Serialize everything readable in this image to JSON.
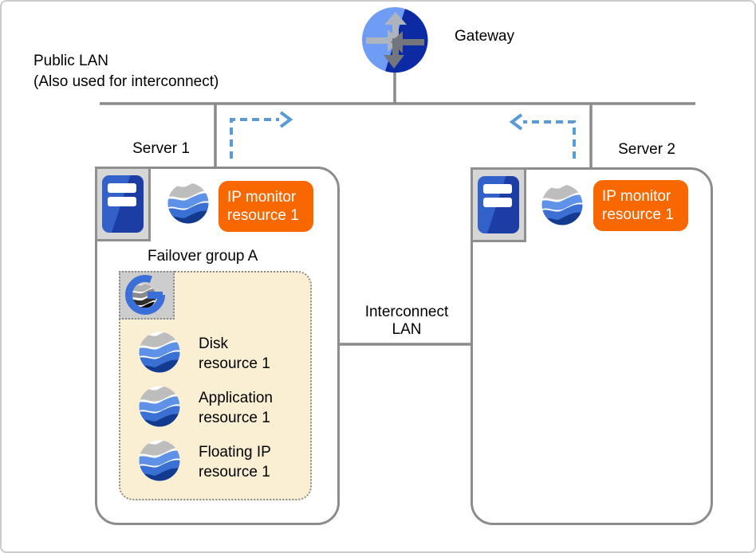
{
  "labels": {
    "gateway": "Gateway",
    "public_lan": [
      "Public LAN",
      "(Also used for interconnect)"
    ],
    "interconnect_lan": [
      "Interconnect",
      "LAN"
    ]
  },
  "servers": [
    {
      "name": "Server 1",
      "monitor_resource": "IP monitor resource 1"
    },
    {
      "name": "Server 2",
      "monitor_resource": "IP monitor resource 1"
    }
  ],
  "failover_group": {
    "title": "Failover group A",
    "resources": [
      {
        "line1": "Disk",
        "line2": "resource 1"
      },
      {
        "line1": "Application",
        "line2": "resource 1"
      },
      {
        "line1": "Floating IP",
        "line2": "resource 1"
      }
    ]
  },
  "icons": {
    "gateway": "router-gateway-icon",
    "server": "server-tower-icon",
    "resource": "wavy-globe-resource-icon",
    "group": "cluster-group-g-icon"
  },
  "colors": {
    "line_gray": "#8a8a8a",
    "arrow_blue": "#5b9bd5",
    "badge_orange": "#f96800",
    "group_fill": "#faefd2",
    "server_blue_light": "#3161c9",
    "server_blue_dark": "#1c3da3",
    "gateway_light_blue": "#6f9cf4",
    "gateway_dark_blue": "#0c2aa4",
    "globe_gray": "#bdbdbd",
    "globe_light_blue": "#5e92e8",
    "globe_mid_blue": "#3a70d4",
    "globe_navy": "#123a8e"
  }
}
